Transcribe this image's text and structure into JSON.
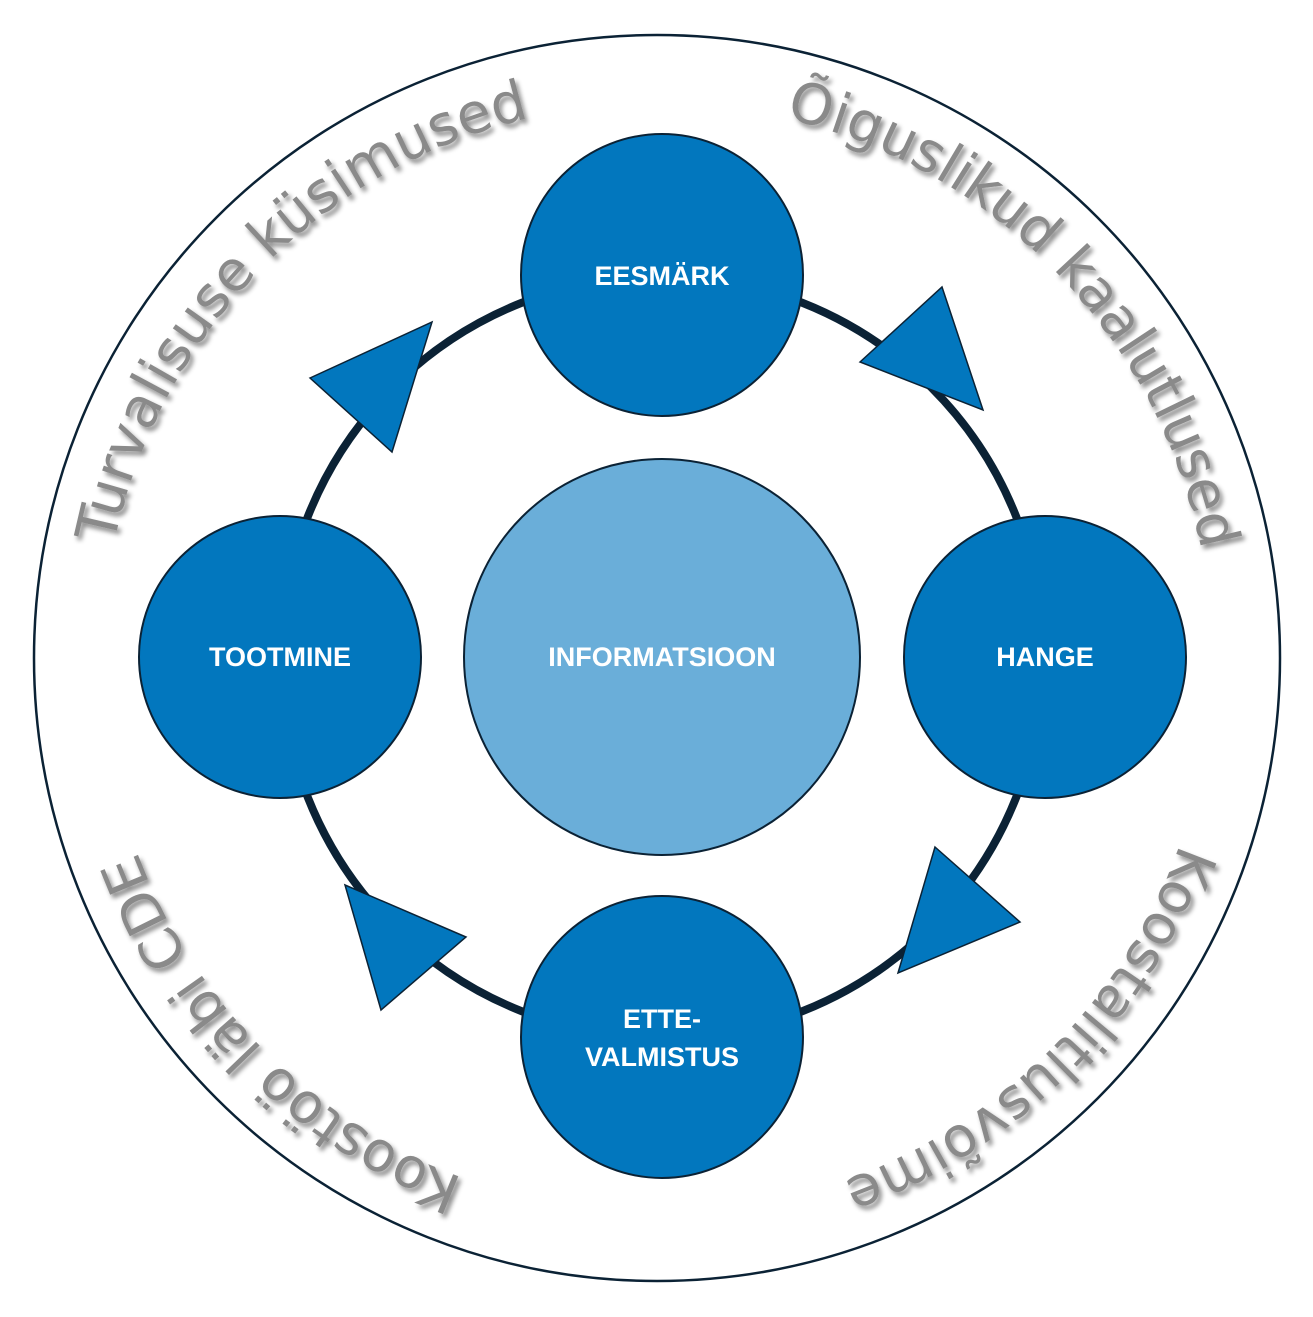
{
  "diagram": {
    "center": {
      "label": "INFORMATSIOON",
      "color": "#6aaed9"
    },
    "nodes": [
      {
        "id": "eesmark",
        "label": "EESMÄRK"
      },
      {
        "id": "hange",
        "label": "HANGE"
      },
      {
        "id": "ettevalmistus",
        "label_line1": "ETTE-",
        "label_line2": "VALMISTUS"
      },
      {
        "id": "tootmine",
        "label": "TOOTMINE"
      }
    ],
    "outer_labels": {
      "top_left": "Turvalisuse küsimused",
      "top_right": "Õiguslikud kaalutlused",
      "bottom_right": "Koostalitlusvõime",
      "bottom_left": "Koostöö läbi CDE"
    },
    "cycle_direction": "clockwise",
    "colors": {
      "node": "#0277be",
      "ring": "#0b2235",
      "outer_text": "#8a8a8a",
      "outer_circle": "#0b2235"
    }
  }
}
